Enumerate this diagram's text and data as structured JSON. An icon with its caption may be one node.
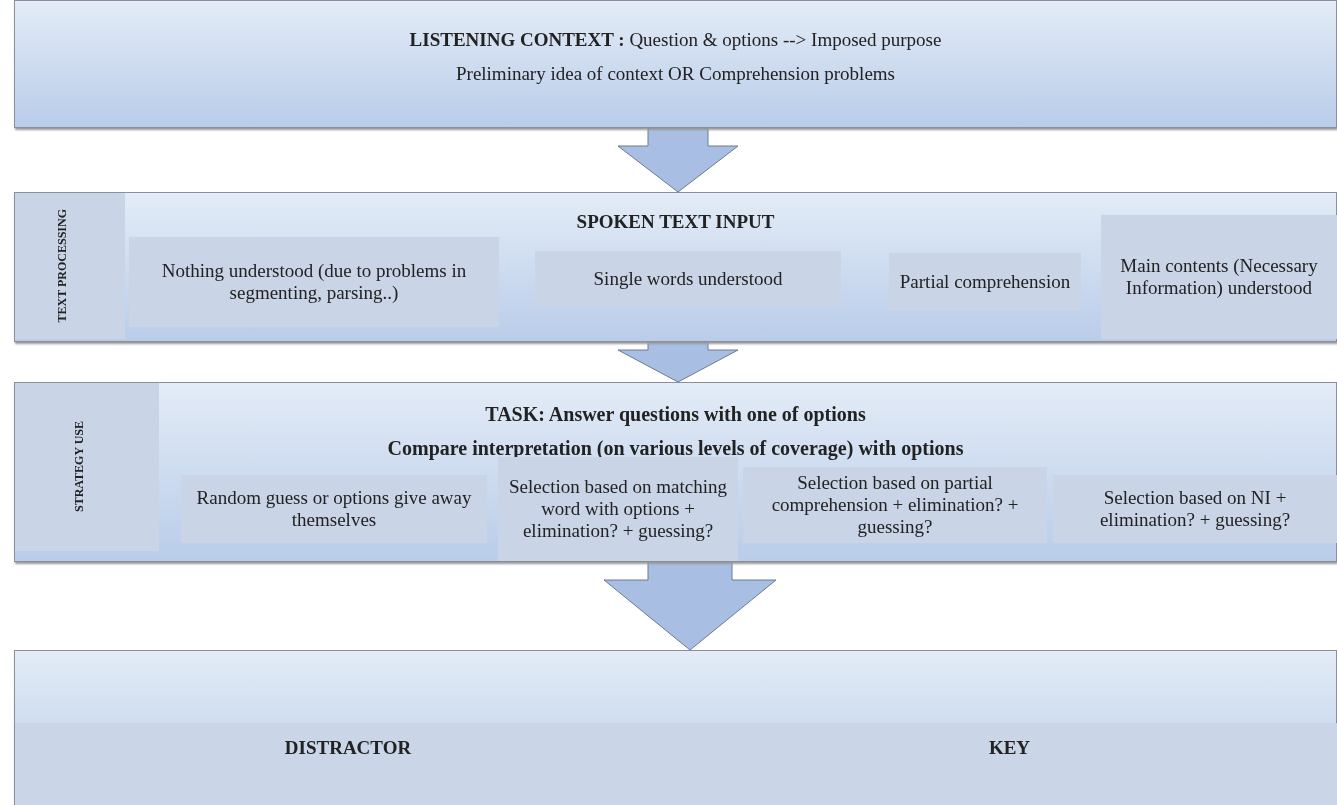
{
  "diagram": {
    "nodes": [
      {
        "text": [
          "**LISTENING CONTEXT :** Question & options --> Imposed purpose",
          "Preliminary idea of context OR Comprehension problems"
        ]
      },
      {
        "text": [
          "SPOKEN TEXT INPUT"
        ]
      },
      {
        "text": [
          "TEXT PROCESSING"
        ],
        "in": 1
      },
      {
        "text": [
          "Nothing understood (due to problems in segmenting, parsing..)"
        ],
        "in": 1
      },
      {
        "text": [
          "Single words understood"
        ],
        "in": 1
      },
      {
        "text": [
          "Partial comprehension"
        ],
        "in": 1
      },
      {
        "text": [
          "Main contents (Necessary Information) understood"
        ],
        "in": 1
      },
      {
        "text": [
          "TASK: Answer questions with one of options",
          "Compare interpretation (on various levels of coverage) with options"
        ]
      },
      {
        "text": [
          "STRATEGY USE"
        ],
        "in": 7
      },
      {
        "text": [
          "Random guess or options give away themselves"
        ],
        "in": 7
      },
      {
        "text": [
          "Selection based on matching word with options + elimination? + guessing?"
        ],
        "in": 7
      },
      {
        "text": [
          "Selection based on partial comprehension + elimination? + guessing?"
        ],
        "in": 7
      },
      {
        "text": [
          "Selection based on NI + elimination? + guessing?"
        ],
        "in": 7
      },
      {
        "text": [],
        "shape": "box"
      },
      {
        "text": [
          "DISTRACTOR"
        ],
        "in": 13
      },
      {
        "text": [
          "KEY"
        ],
        "in": 13
      }
    ],
    "edges": [
      {
        "from": 0,
        "to": 1,
        "arrow": "to",
        "style": "thick"
      },
      {
        "from": 1,
        "to": 7,
        "arrow": "to",
        "style": "thick"
      },
      {
        "from": 7,
        "to": 13,
        "arrow": "to",
        "style": "thick"
      }
    ]
  }
}
